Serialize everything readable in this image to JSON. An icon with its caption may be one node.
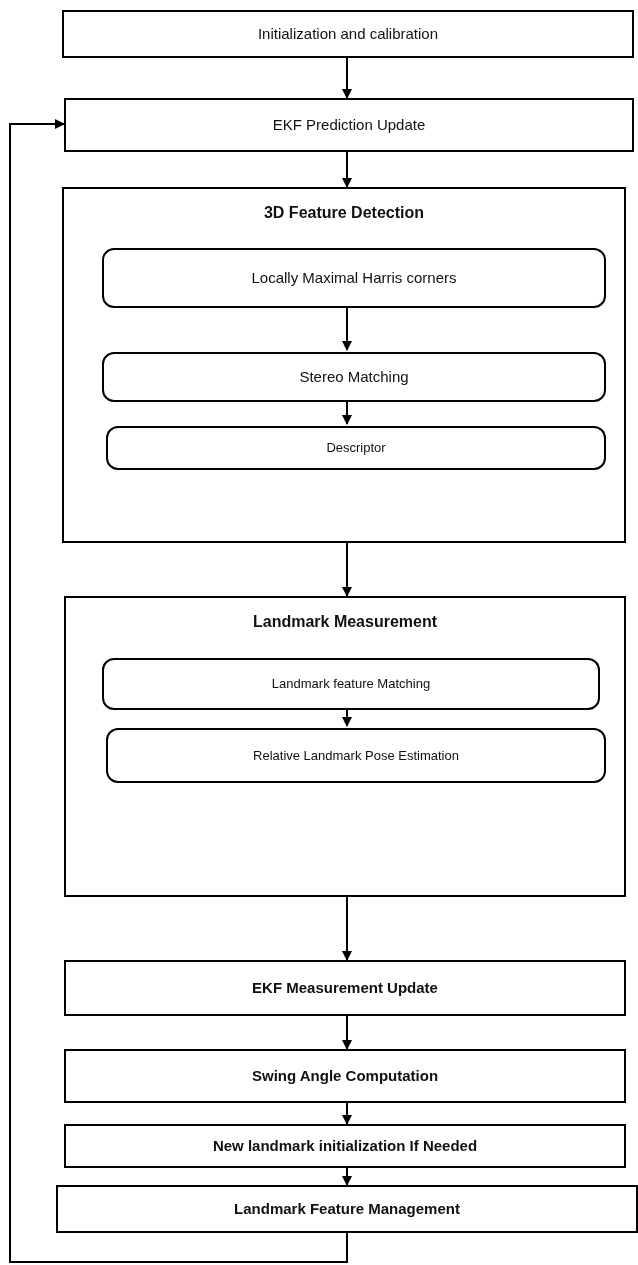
{
  "diagram": {
    "nodes": [
      {
        "text": [
          "Initialization and calibration"
        ]
      },
      {
        "text": [
          "EKF Prediction Update"
        ]
      },
      {
        "text": [
          "3D Feature Detection"
        ]
      },
      {
        "text": [
          "Locally Maximal Harris corners"
        ],
        "in": 2
      },
      {
        "text": [
          "Stereo Matching"
        ],
        "in": 2
      },
      {
        "text": [
          "Descriptor"
        ],
        "in": 2
      },
      {
        "text": [
          "Landmark Measurement"
        ]
      },
      {
        "text": [
          "Landmark feature Matching"
        ],
        "in": 6
      },
      {
        "text": [
          "Relative Landmark Pose Estimation"
        ],
        "in": 6
      },
      {
        "text": [
          "EKF Measurement Update"
        ]
      },
      {
        "text": [
          "Swing Angle Computation"
        ]
      },
      {
        "text": [
          "New landmark initialization If Needed"
        ]
      },
      {
        "text": [
          "Landmark Feature Management"
        ]
      }
    ],
    "edges": [
      {
        "from": 0,
        "to": 1,
        "arrow": "to"
      },
      {
        "from": 1,
        "to": 2,
        "arrow": "to"
      },
      {
        "from": 3,
        "to": 4,
        "arrow": "to"
      },
      {
        "from": 4,
        "to": 5,
        "arrow": "to"
      },
      {
        "from": 2,
        "to": 6,
        "arrow": "to"
      },
      {
        "from": 7,
        "to": 8,
        "arrow": "to"
      },
      {
        "from": 6,
        "to": 9,
        "arrow": "to"
      },
      {
        "from": 9,
        "to": 10,
        "arrow": "to"
      },
      {
        "from": 10,
        "to": 11,
        "arrow": "to"
      },
      {
        "from": 11,
        "to": 12,
        "arrow": "to"
      },
      {
        "from": 12,
        "to": 1,
        "arrow": "to"
      }
    ]
  }
}
